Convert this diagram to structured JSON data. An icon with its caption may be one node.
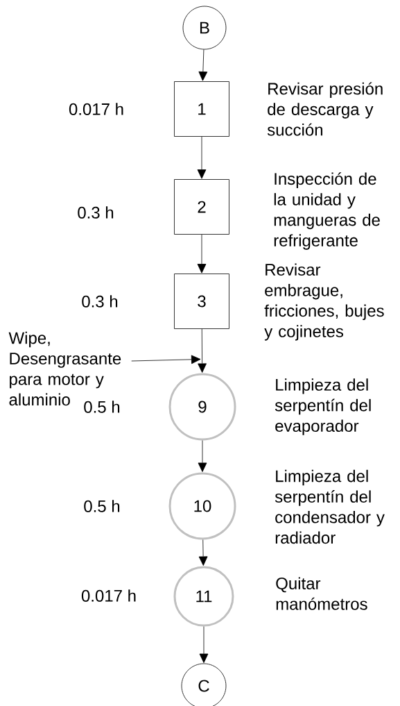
{
  "diagram": {
    "nodes": [
      {
        "text": [
          "B"
        ]
      },
      {
        "text": [
          "1"
        ],
        "beside": [
          "Revisar presión de descarga y succión"
        ]
      },
      {
        "text": [
          "2"
        ],
        "beside": [
          "Inspección de la unidad y mangueras de refrigerante"
        ]
      },
      {
        "text": [
          "3"
        ],
        "beside": [
          "Revisar embrague, fricciones, bujes y cojinetes"
        ]
      },
      {
        "text": [
          "Wipe, Desengrasante para motor y aluminio"
        ]
      },
      {
        "text": [
          "9"
        ],
        "beside": [
          "Limpieza del serpentín del evaporador"
        ]
      },
      {
        "text": [
          "10"
        ],
        "beside": [
          "Limpieza del serpentín del condensador y radiador"
        ]
      },
      {
        "text": [
          "11"
        ],
        "beside": [
          "Quitar manómetros"
        ]
      },
      {
        "text": [
          "C"
        ]
      }
    ],
    "edges": [
      {
        "from": 0,
        "to": 1,
        "arrow": "to"
      },
      {
        "from": 1,
        "to": 2,
        "arrow": "to"
      },
      {
        "from": 2,
        "to": 3,
        "arrow": "to"
      },
      {
        "from": 3,
        "to": 5,
        "arrow": "to"
      },
      {
        "from": 4,
        "to": 5,
        "arrow": "to"
      },
      {
        "from": 5,
        "to": 6,
        "arrow": "to"
      },
      {
        "from": 6,
        "to": 7,
        "arrow": "to"
      },
      {
        "from": 7,
        "to": 8,
        "arrow": "to"
      }
    ],
    "labels": [
      "0.017 h",
      "0.3 h",
      "0.3 h",
      "0.5 h",
      "0.5 h",
      "0.017 h"
    ]
  }
}
